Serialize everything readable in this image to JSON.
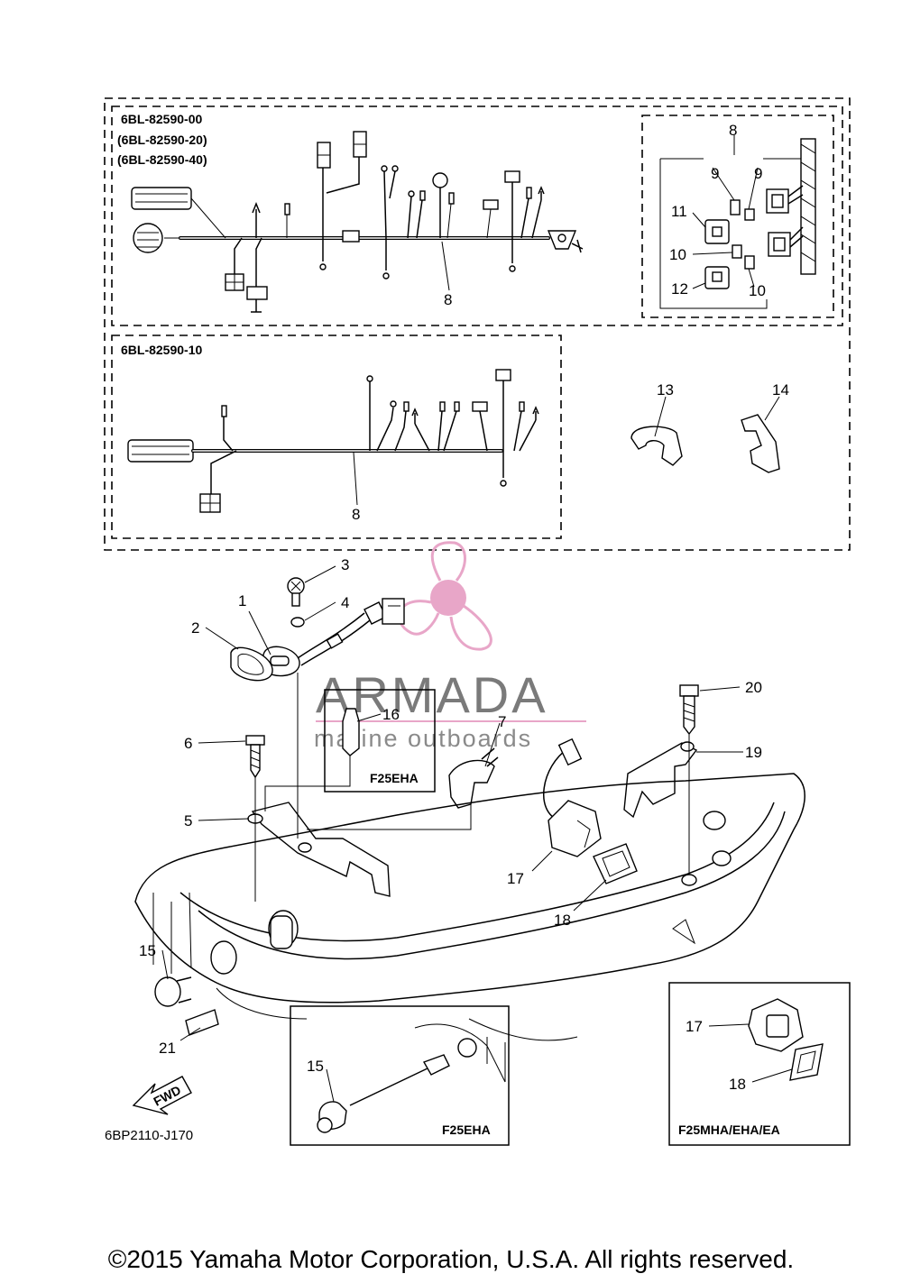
{
  "diagram": {
    "part_numbers": {
      "upper_box_line1": "6BL-82590-00",
      "upper_box_line2": "(6BL-82590-20)",
      "upper_box_line3": "(6BL-82590-40)",
      "lower_box": "6BL-82590-10"
    },
    "variants": {
      "inset_16": "F25EHA",
      "inset_15": "F25EHA",
      "inset_17_18": "F25MHA/EHA/EA"
    },
    "callouts": {
      "c1": "1",
      "c2": "2",
      "c3": "3",
      "c4": "4",
      "c5": "5",
      "c6": "6",
      "c7": "7",
      "c8a": "8",
      "c8b": "8",
      "c8c": "8",
      "c9a": "9",
      "c9b": "9",
      "c10a": "10",
      "c10b": "10",
      "c11": "11",
      "c12": "12",
      "c13": "13",
      "c14": "14",
      "c15a": "15",
      "c15b": "15",
      "c16": "16",
      "c17a": "17",
      "c17b": "17",
      "c18a": "18",
      "c18b": "18",
      "c19": "19",
      "c20": "20",
      "c21": "21"
    },
    "fwd_label": "FWD",
    "drawing_code": "6BP2110-J170"
  },
  "watermark": {
    "brand": "ARMADA",
    "tagline": "marine outboards",
    "accent_color": "#e8a6c8"
  },
  "footer": {
    "copyright": "©2015 Yamaha Motor Corporation, U.S.A. All rights reserved."
  }
}
